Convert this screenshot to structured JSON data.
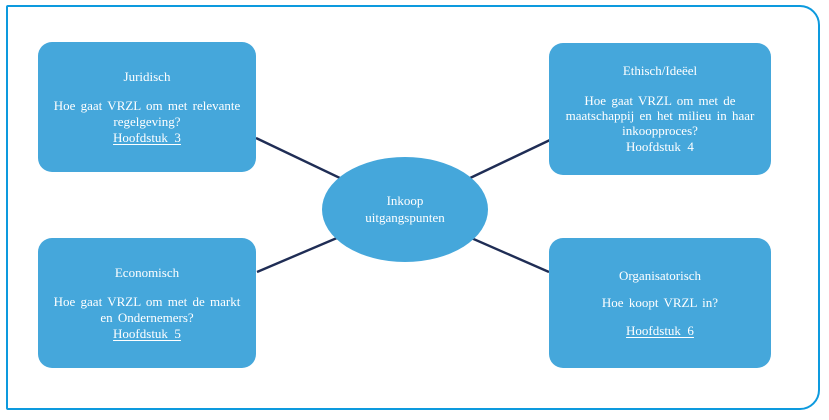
{
  "frame": {
    "border_color": "#0d9ade"
  },
  "colors": {
    "shape_fill": "#45a7db",
    "connector": "#1f2d55",
    "text": "#ffffff"
  },
  "center": {
    "label": "Inkoop uitgangspunten"
  },
  "boxes": [
    {
      "id": "juridisch",
      "title": "Juridisch",
      "body": "Hoe gaat VRZL om met relevante regelgeving?",
      "chapter": "Hoofdstuk  3",
      "chapter_underlined": true
    },
    {
      "id": "ethisch",
      "title": "Ethisch/Ideëel",
      "body": "Hoe gaat VRZL om met de maatschappij en het milieu in haar inkoopproces?",
      "chapter": "Hoofdstuk  4",
      "chapter_underlined": false
    },
    {
      "id": "economisch",
      "title": "Economisch",
      "body": "Hoe gaat VRZL om met de markt en Ondernemers?",
      "chapter": "Hoofdstuk  5",
      "chapter_underlined": true
    },
    {
      "id": "organisatorisch",
      "title": "Organisatorisch",
      "body": "Hoe koopt VRZL in?",
      "chapter": "Hoofdstuk  6",
      "chapter_underlined": true
    }
  ]
}
